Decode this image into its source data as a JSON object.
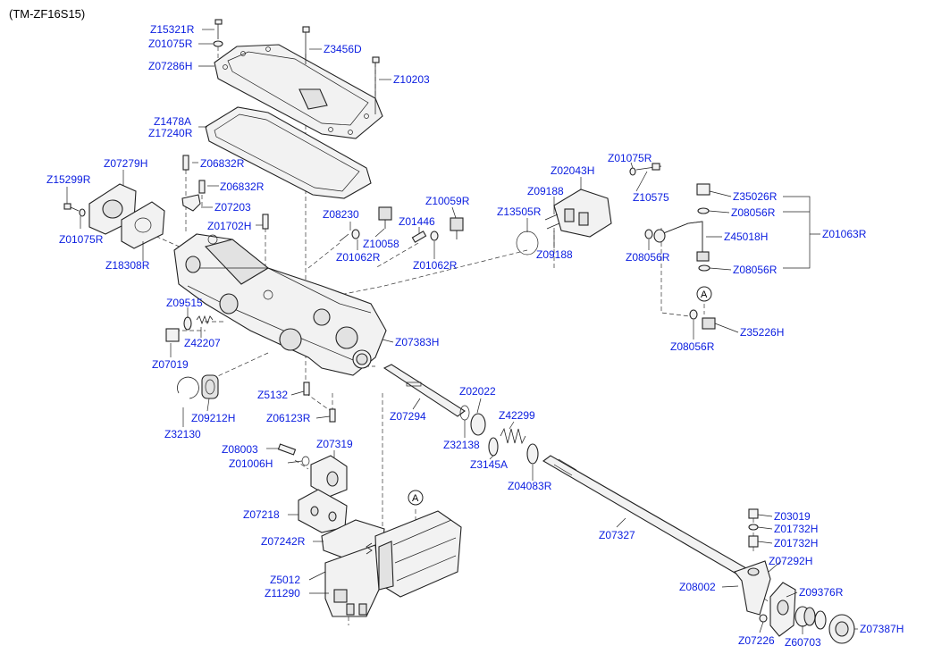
{
  "diagram": {
    "title": "(TM-ZF16S15)",
    "callout_symbol": "A",
    "labels": {
      "z15321r": "Z15321R",
      "z01075r_a": "Z01075R",
      "z3456d": "Z3456D",
      "z07286h": "Z07286H",
      "z10203": "Z10203",
      "z1478a": "Z1478A",
      "z17240r": "Z17240R",
      "z07279h": "Z07279H",
      "z06832r_a": "Z06832R",
      "z15299r": "Z15299R",
      "z06832r_b": "Z06832R",
      "z07203": "Z07203",
      "z01075r_b": "Z01075R",
      "z01702h": "Z01702H",
      "z18308r": "Z18308R",
      "z08230": "Z08230",
      "z10058": "Z10058",
      "z01062r_a": "Z01062R",
      "z10059r": "Z10059R",
      "z01446": "Z01446",
      "z01062r_b": "Z01062R",
      "z13505r": "Z13505R",
      "z09188_a": "Z09188",
      "z09188_b": "Z09188",
      "z02043h": "Z02043H",
      "z01075r_c": "Z01075R",
      "z10575": "Z10575",
      "z35026r": "Z35026R",
      "z08056r_a": "Z08056R",
      "z45018h": "Z45018H",
      "z01063r": "Z01063R",
      "z08056r_b": "Z08056R",
      "z08056r_c": "Z08056R",
      "z35226h": "Z35226H",
      "z08056r_d": "Z08056R",
      "z09515": "Z09515",
      "z42207": "Z42207",
      "z07019": "Z07019",
      "z07383h": "Z07383H",
      "z5132": "Z5132",
      "z06123r": "Z06123R",
      "z09212h": "Z09212H",
      "z32130": "Z32130",
      "z02022": "Z02022",
      "z07294": "Z07294",
      "z32138": "Z32138",
      "z42299": "Z42299",
      "z3145a": "Z3145A",
      "z04083r": "Z04083R",
      "z08003": "Z08003",
      "z07319": "Z07319",
      "z01006h": "Z01006H",
      "z07218": "Z07218",
      "z07242r": "Z07242R",
      "z5012": "Z5012",
      "z11290": "Z11290",
      "z07327": "Z07327",
      "z03019": "Z03019",
      "z01732h_a": "Z01732H",
      "z01732h_b": "Z01732H",
      "z07292h": "Z07292H",
      "z08002": "Z08002",
      "z09376r": "Z09376R",
      "z07387h": "Z07387H",
      "z07226": "Z07226",
      "z60703": "Z60703"
    }
  }
}
